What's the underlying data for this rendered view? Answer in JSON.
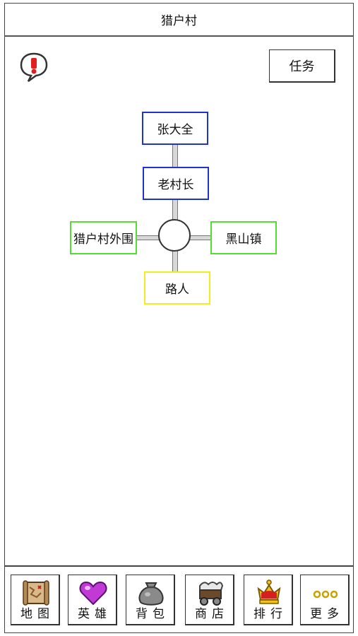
{
  "header": {
    "title": "猎户村"
  },
  "task_button": {
    "label": "任务"
  },
  "map": {
    "north_far": "张大全",
    "north": "老村长",
    "west": "猎户村外围",
    "east": "黑山镇",
    "south": "路人"
  },
  "tabs": [
    {
      "label": "地图",
      "icon": "map-scroll-icon"
    },
    {
      "label": "英雄",
      "icon": "purple-heart-icon"
    },
    {
      "label": "背包",
      "icon": "sack-icon"
    },
    {
      "label": "商店",
      "icon": "shop-cart-icon"
    },
    {
      "label": "排行",
      "icon": "crown-icon"
    },
    {
      "label": "更多",
      "icon": "more-dots-icon"
    }
  ],
  "colors": {
    "blue_border": "#2233cc",
    "green_border": "#55dd33",
    "yellow_border": "#eeee22"
  }
}
